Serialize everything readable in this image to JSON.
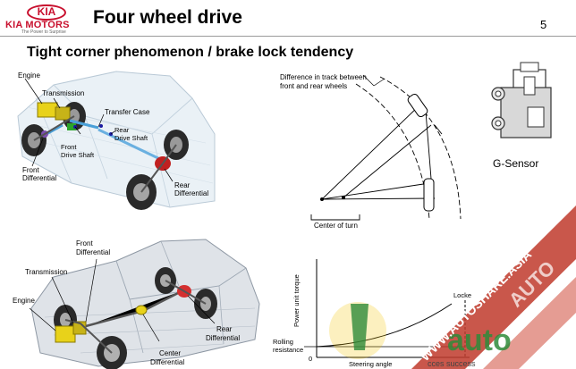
{
  "header": {
    "logo_text": "KIA",
    "logo_brand": "KIA MOTORS",
    "logo_tagline": "The Power to Surprise",
    "title": "Four  wheel drive",
    "page_number": "5"
  },
  "subtitle": "Tight corner phenomenon /  brake lock tendency",
  "figure_top_left": {
    "labels": {
      "engine": "Engine",
      "transmission": "Transmission",
      "transfer_case": "Transfer Case",
      "rear_drive_shaft_1": "Rear",
      "rear_drive_shaft_2": "Drive Shaft",
      "front_drive_shaft_1": "Front",
      "front_drive_shaft_2": "Drive Shaft",
      "front_diff_1": "Front",
      "front_diff_2": "Differential",
      "rear_diff_1": "Rear",
      "rear_diff_2": "Differential"
    }
  },
  "figure_turn": {
    "labels": {
      "difference_1": "Difference in track between",
      "difference_2": "front and rear wheels",
      "center_of_turn": "Center of turn"
    }
  },
  "figure_gsensor": {
    "label": "G-Sensor"
  },
  "figure_bottom_left": {
    "labels": {
      "front_diff_1": "Front",
      "front_diff_2": "Differential",
      "transmission": "Transmission",
      "engine": "Engine",
      "rear_diff_1": "Rear",
      "rear_diff_2": "Differential",
      "center_diff_1": "Center",
      "center_diff_2": "Differential"
    }
  },
  "figure_graph": {
    "labels": {
      "y_axis": "Power unit torque",
      "rolling_1": "Rolling",
      "rolling_2": "resistance",
      "zero": "0",
      "x_axis": "Steering angle",
      "locked": "Locke"
    }
  },
  "watermark": {
    "band_text": "WWW.AUTOSHARE.ASIA",
    "brand_text": "AUTO",
    "logo_text": "auto",
    "tagline": "cces success"
  },
  "colors": {
    "brand_red": "#c8102e",
    "watermark_red": "#c0392b",
    "watermark_green": "#2e8b3a",
    "watermark_yellow": "#f2c200"
  }
}
